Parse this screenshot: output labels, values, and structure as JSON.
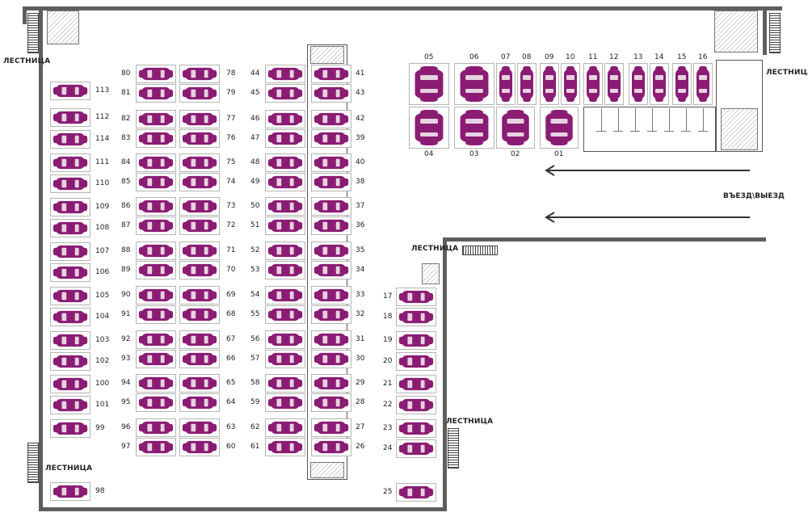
{
  "labels": {
    "stairs": "ЛЕСТНИЦА",
    "exit": "ВЪЕЗД\\ВЫЕЗД"
  },
  "colors": {
    "car": "#8b1c74",
    "car_window": "#e6d2e0",
    "wall": "#5e5e5e"
  },
  "icons": {
    "car": "car-icon",
    "arrow": "left-arrow-icon",
    "stairs": "staircase-icon"
  },
  "parking": {
    "col_left_edge": [
      {
        "n": "113"
      },
      {
        "n": "112"
      },
      {
        "n": "114"
      },
      {
        "n": "111"
      },
      {
        "n": "110"
      },
      {
        "n": "109"
      },
      {
        "n": "108"
      },
      {
        "n": "107"
      },
      {
        "n": "106"
      },
      {
        "n": "105"
      },
      {
        "n": "104"
      },
      {
        "n": "103"
      },
      {
        "n": "102"
      },
      {
        "n": "100"
      },
      {
        "n": "101"
      },
      {
        "n": "99"
      },
      {
        "n": "98"
      }
    ],
    "col_b": [
      "80",
      "81",
      "82",
      "83",
      "84",
      "85",
      "86",
      "87",
      "88",
      "89",
      "90",
      "91",
      "92",
      "93",
      "94",
      "95",
      "96",
      "97"
    ],
    "col_c": [
      "78",
      "79",
      "77",
      "76",
      "75",
      "74",
      "73",
      "72",
      "71",
      "70",
      "69",
      "68",
      "67",
      "66",
      "65",
      "64",
      "63",
      "60"
    ],
    "col_d": [
      "44",
      "45",
      "46",
      "47",
      "48",
      "49",
      "50",
      "51",
      "52",
      "53",
      "54",
      "55",
      "56",
      "57",
      "58",
      "59",
      "62",
      "61"
    ],
    "col_e": [
      "41",
      "43",
      "42",
      "39",
      "40",
      "38",
      "37",
      "36",
      "35",
      "34",
      "33",
      "32",
      "31",
      "30",
      "29",
      "28",
      "27",
      "26"
    ],
    "col_f": [
      "17",
      "18",
      "19",
      "20",
      "21",
      "22",
      "23",
      "24",
      "25"
    ],
    "top_row": [
      "05",
      "06",
      "07",
      "08",
      "09",
      "10",
      "11",
      "12",
      "13",
      "14",
      "15",
      "16"
    ],
    "second_row": [
      "04",
      "03",
      "02",
      "01"
    ]
  }
}
